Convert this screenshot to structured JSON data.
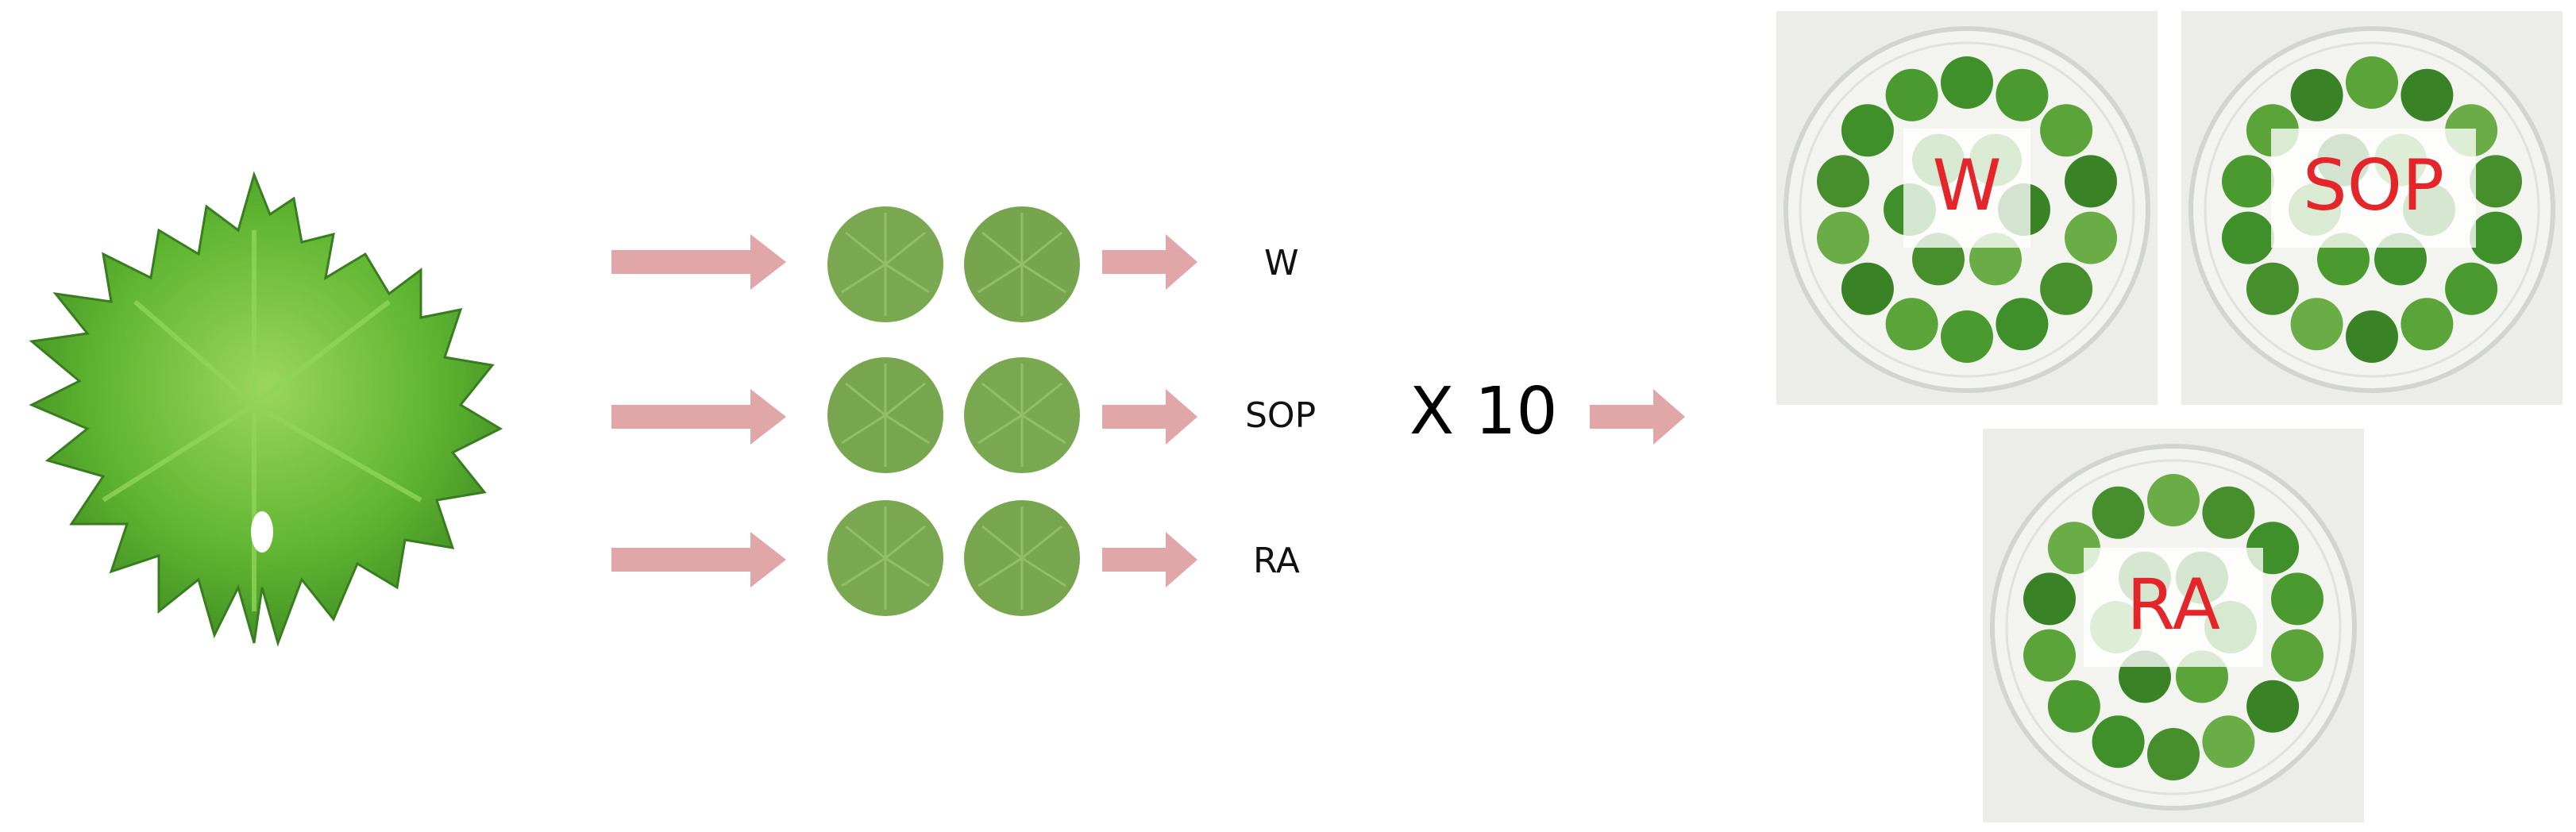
{
  "treatments": [
    {
      "id": "w",
      "label": "W"
    },
    {
      "id": "sop",
      "label": "SOP"
    },
    {
      "id": "ra",
      "label": "RA"
    }
  ],
  "multiplier": "X 10",
  "plates": [
    {
      "id": "w",
      "label": "W"
    },
    {
      "id": "sop",
      "label": "SOP"
    },
    {
      "id": "ra",
      "label": "RA"
    }
  ],
  "icons": {
    "leaf": "grape-leaf-icon",
    "disc": "leaf-disc-icon",
    "arrow": "arrow-right-icon",
    "plate": "petri-dish-icon"
  },
  "colors": {
    "arrow": "#e0a6a8",
    "leaf": "#5fb531",
    "disc": "#7aa850",
    "plate_disc": "#3f8f2a",
    "plate_label": "#e4252a"
  }
}
